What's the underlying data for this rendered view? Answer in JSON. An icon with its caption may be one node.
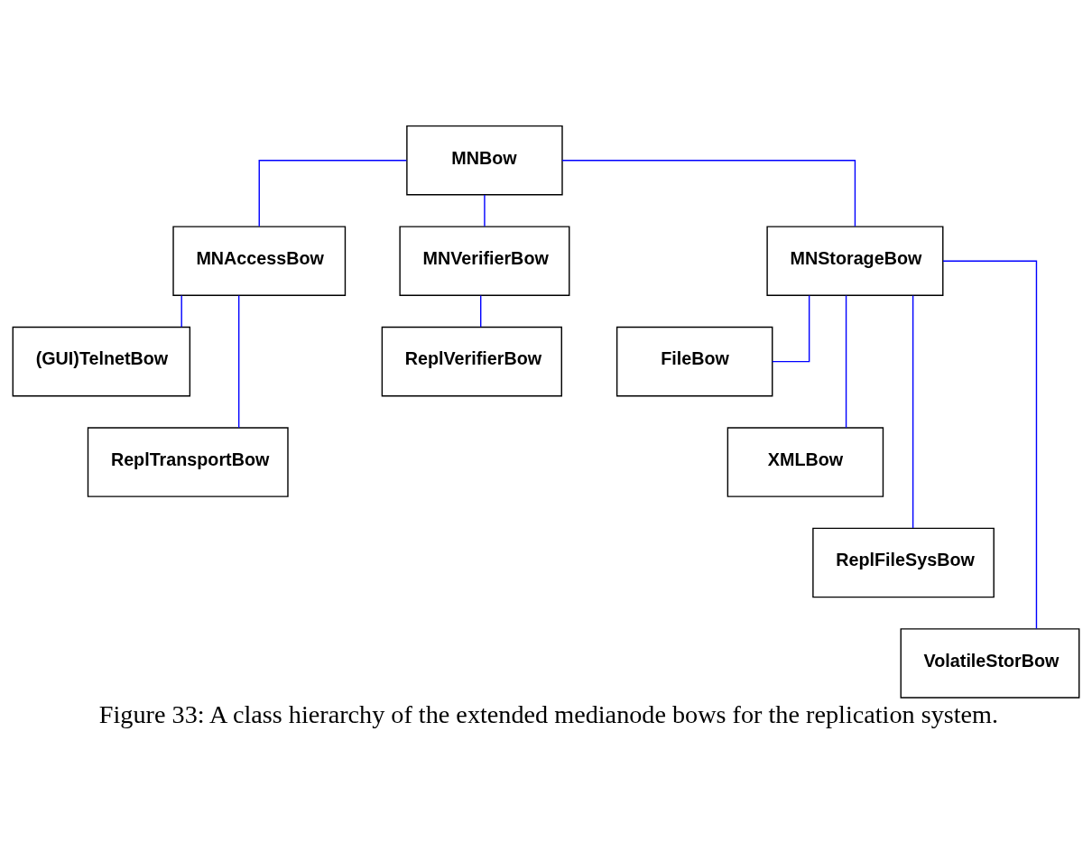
{
  "diagram": {
    "caption": "Figure 33: A class hierarchy of the extended medianode bows for the replication system.",
    "nodes": [
      {
        "text": [
          "MNBow"
        ]
      },
      {
        "text": [
          "MNAccessBow"
        ]
      },
      {
        "text": [
          "MNVerifierBow"
        ]
      },
      {
        "text": [
          "MNStorageBow"
        ]
      },
      {
        "text": [
          "(GUI)TelnetBow"
        ]
      },
      {
        "text": [
          "ReplTransportBow"
        ]
      },
      {
        "text": [
          "ReplVerifierBow"
        ]
      },
      {
        "text": [
          "FileBow"
        ]
      },
      {
        "text": [
          "XMLBow"
        ]
      },
      {
        "text": [
          "ReplFileSysBow"
        ]
      },
      {
        "text": [
          "VolatileStorBow"
        ]
      }
    ],
    "edges": [
      {
        "from": 0,
        "to": 1,
        "arrow": "none"
      },
      {
        "from": 0,
        "to": 2,
        "arrow": "none"
      },
      {
        "from": 0,
        "to": 3,
        "arrow": "none"
      },
      {
        "from": 1,
        "to": 4,
        "arrow": "none"
      },
      {
        "from": 1,
        "to": 5,
        "arrow": "none"
      },
      {
        "from": 2,
        "to": 6,
        "arrow": "none"
      },
      {
        "from": 3,
        "to": 7,
        "arrow": "none"
      },
      {
        "from": 3,
        "to": 8,
        "arrow": "none"
      },
      {
        "from": 3,
        "to": 9,
        "arrow": "none"
      },
      {
        "from": 3,
        "to": 10,
        "arrow": "none"
      }
    ]
  }
}
